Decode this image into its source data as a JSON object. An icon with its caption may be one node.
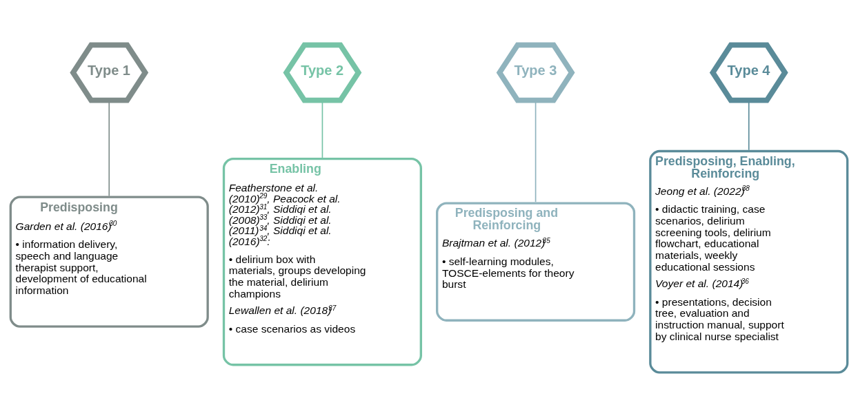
{
  "diagram": {
    "nodes": [
      {
        "text": [
          "Type 1"
        ]
      },
      {
        "text": [
          "Type 2"
        ]
      },
      {
        "text": [
          "Type 3"
        ]
      },
      {
        "text": [
          "Type 4"
        ]
      },
      {
        "text": [
          "Predisposing",
          "Garden et al. (2016)$^{30}$",
          "• information delivery, speech and language therapist support, development of educational information"
        ]
      },
      {
        "text": [
          "Enabling",
          "Featherstone et al. (2010)$^{29}$, Peacock et al. (2012)$^{31}$, Siddiqi et al. (2008)$^{33}$, Siddiqi et al. (2011)$^{34}$, Siddiqi et al. (2016)$^{32}$:",
          "• delirium box with materials, groups developing the material, delirium champions",
          "Lewallen et al. (2018)$^{37}$",
          "• case scenarios as videos"
        ]
      },
      {
        "text": [
          "Predisposing and Reinforcing",
          "Brajtman et al. (2012)$^{35}$",
          "• self-learning modules, TOSCE-elements for theory burst"
        ]
      },
      {
        "text": [
          "Predisposing, Enabling, Reinforcing",
          "Jeong et al. (2022)$^{38}$",
          "• didactic training, case scenarios, delirium screening tools, delirium flowchart, educational materials, weekly educational sessions",
          "Voyer et al. (2014)$^{36}$",
          "• presentations, decision tree, evaluation and instruction manual, support by clinical nurse specialist"
        ]
      }
    ],
    "edges": [
      {
        "from": 0,
        "to": 4,
        "arrow": "none"
      },
      {
        "from": 1,
        "to": 5,
        "arrow": "none"
      },
      {
        "from": 2,
        "to": 6,
        "arrow": "none"
      },
      {
        "from": 3,
        "to": 7,
        "arrow": "none"
      }
    ]
  }
}
